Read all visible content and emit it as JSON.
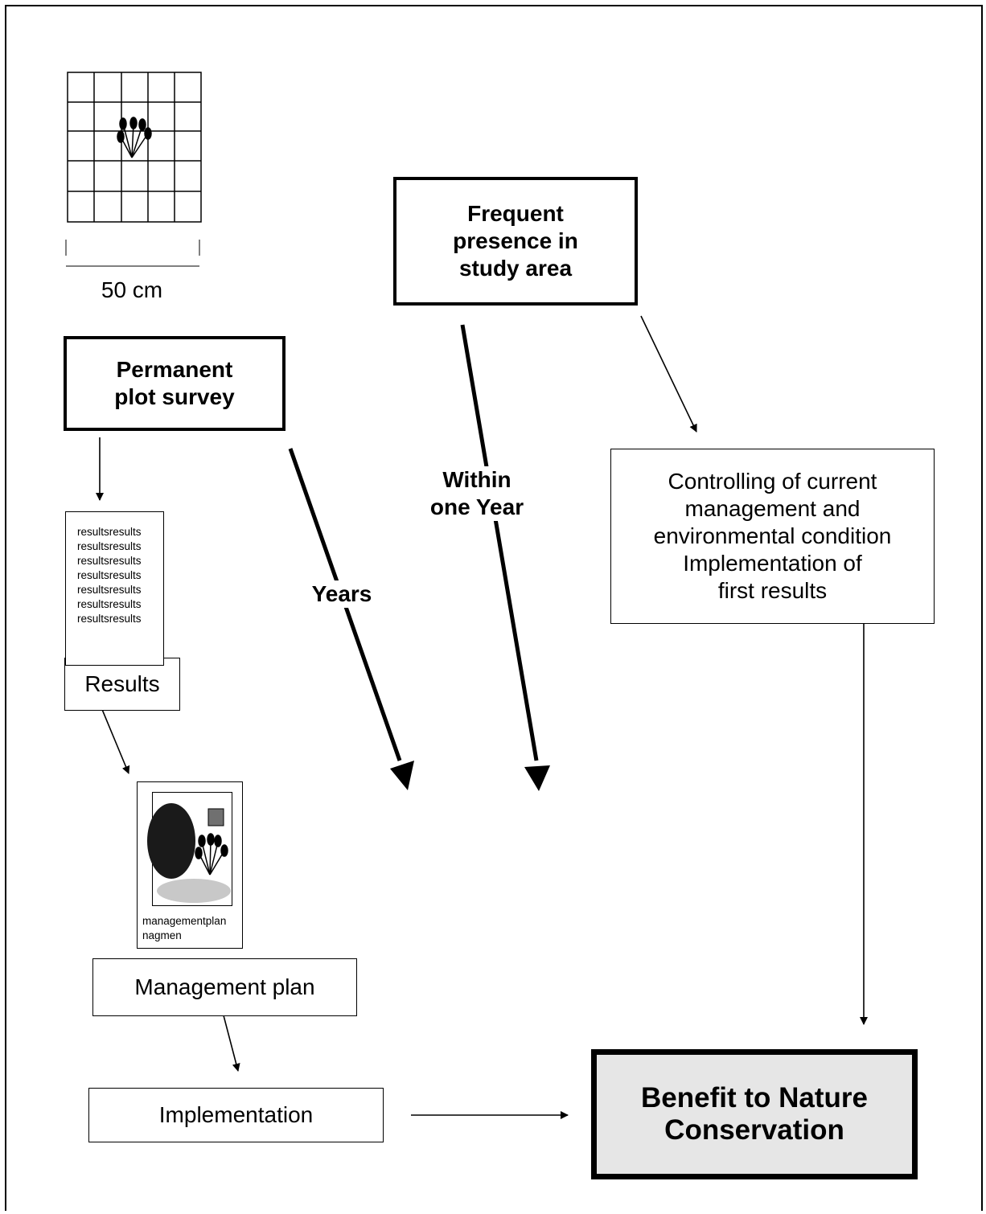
{
  "scale": {
    "label": "50 cm"
  },
  "boxes": {
    "permanent_plot": "Permanent\nplot survey",
    "frequent_presence": "Frequent\npresence in\nstudy area",
    "controlling": "Controlling of current\nmanagement and\nenvironmental condition\nImplementation of\nfirst results",
    "results": "Results",
    "management_plan": "Management plan",
    "implementation": "Implementation",
    "benefit": "Benefit to Nature\nConservation"
  },
  "arrow_labels": {
    "years": "Years",
    "within_year": "Within\none Year"
  },
  "results_doc": {
    "lines": [
      "resultsresults",
      "resultsresults",
      "resultsresults",
      "resultsresults",
      "resultsresults",
      "resultsresults",
      "resultsresults"
    ]
  },
  "plan_doc": {
    "caption": "managementplan\nnagmen"
  },
  "colors": {
    "benefit_fill": "#e6e6e6",
    "plan_ellipse_dark": "#1a1a1a",
    "plan_ellipse_light": "#c8c8c8",
    "plan_square": "#707070"
  }
}
